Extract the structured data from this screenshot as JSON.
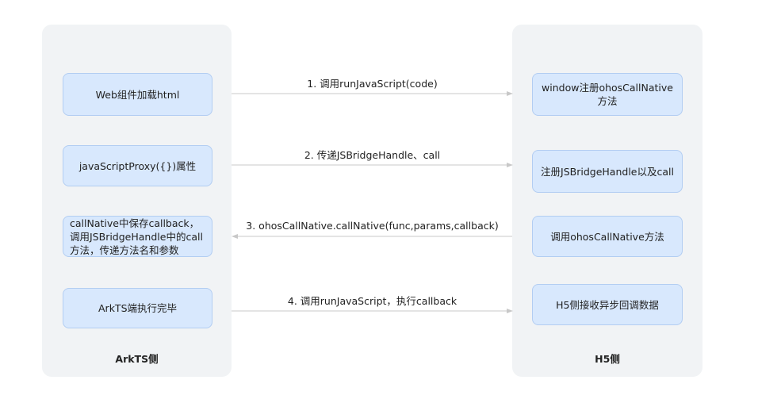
{
  "left_panel": {
    "title": "ArkTS侧",
    "boxes": [
      "Web组件加载html",
      "javaScriptProxy({})属性",
      "callNative中保存callback，调用JSBridgeHandle中的call方法，传递方法名和参数",
      "ArkTS端执行完毕"
    ]
  },
  "right_panel": {
    "title": "H5侧",
    "boxes": [
      "window注册ohosCallNative方法",
      "注册JSBridgeHandle以及call",
      "调用ohosCallNative方法",
      "H5侧接收异步回调数据"
    ]
  },
  "arrows": [
    {
      "label": "1. 调用runJavaScript(code)",
      "direction": "right"
    },
    {
      "label": "2. 传递JSBridgeHandle、call",
      "direction": "right"
    },
    {
      "label": "3. ohosCallNative.callNative(func,params,callback)",
      "direction": "left"
    },
    {
      "label": "4. 调用runJavaScript，执行callback",
      "direction": "right"
    }
  ],
  "colors": {
    "panel_bg": "#f1f3f5",
    "box_fill": "#d8e8fd",
    "box_border": "#b2cdf2",
    "arrow": "#c8c8c8"
  }
}
